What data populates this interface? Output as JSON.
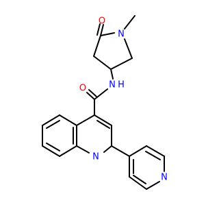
{
  "colors": {
    "background": "#ffffff",
    "bond": "#000000",
    "oxygen": "#ff0000",
    "nitrogen": "#0000ff"
  },
  "atoms": {
    "o_lactam": "O",
    "n_lactam": "N",
    "methyl": "",
    "o_amide": "O",
    "nh_n": "N",
    "nh_h": "H",
    "n_quinoline": "N",
    "n_pyridine": "N"
  }
}
